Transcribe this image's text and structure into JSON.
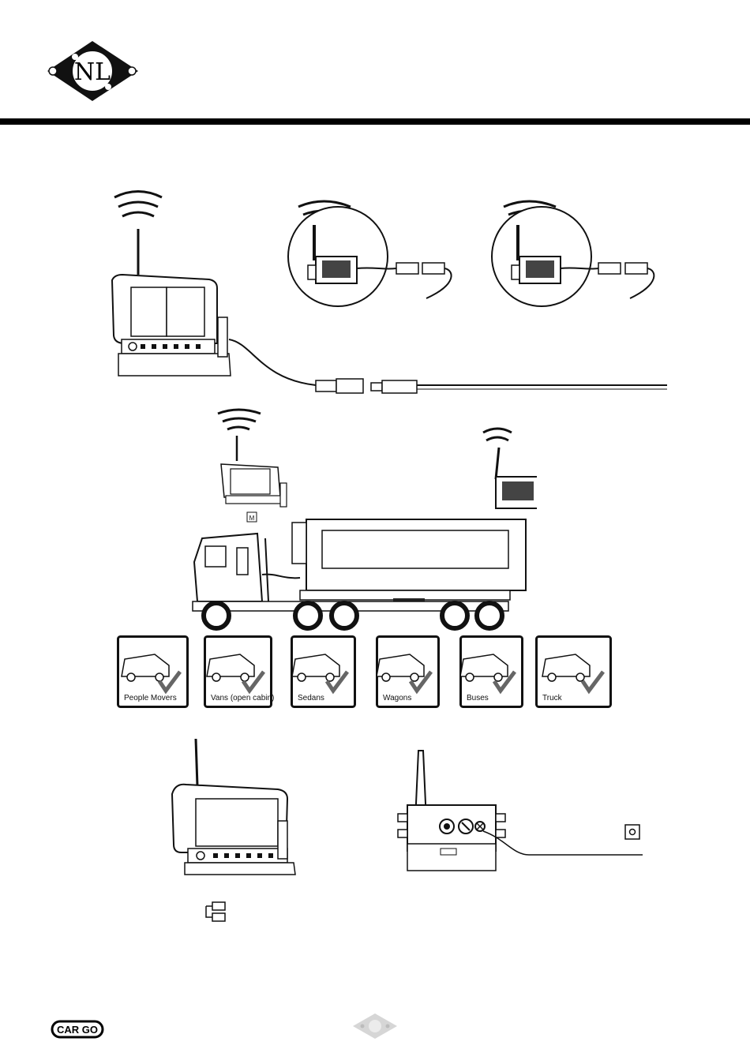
{
  "header": {
    "logo_text": "NL"
  },
  "vehicles": {
    "items": [
      {
        "label": "People Movers",
        "icon": "people-mover-icon"
      },
      {
        "label": "Vans (open cabin)",
        "icon": "van-icon"
      },
      {
        "label": "Sedans",
        "icon": "sedan-icon"
      },
      {
        "label": "Wagons",
        "icon": "wagon-icon"
      },
      {
        "label": "Buses",
        "icon": "bus-icon"
      },
      {
        "label": "Truck",
        "icon": "truck-icon"
      }
    ]
  },
  "truck_diagram": {
    "monitor_mark": "M"
  },
  "footer": {
    "brand": "CAR GO",
    "page_badge_icon": "diamond-page-badge"
  }
}
